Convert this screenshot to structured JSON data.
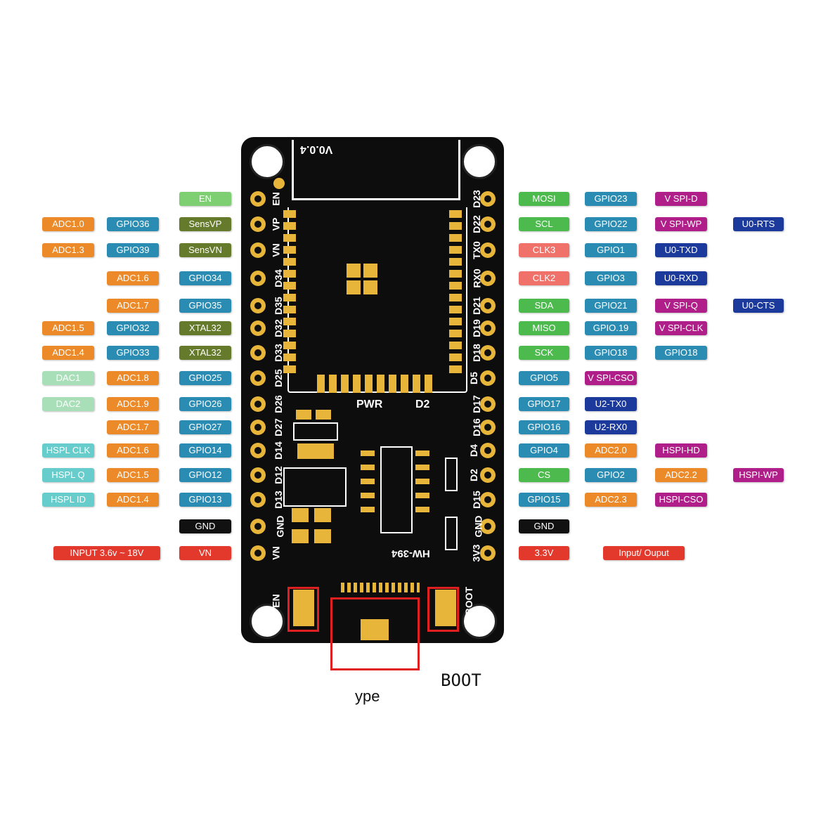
{
  "left_pins": [
    {
      "pcb": "EN",
      "labels": [
        {
          "text": "EN",
          "color": "lgreen",
          "col": 3
        }
      ]
    },
    {
      "pcb": "VP",
      "labels": [
        {
          "text": "ADC1.0",
          "color": "orange",
          "col": 1
        },
        {
          "text": "GPIO36",
          "color": "blue",
          "col": 2
        },
        {
          "text": "SensVP",
          "color": "olive",
          "col": 3
        }
      ]
    },
    {
      "pcb": "VN",
      "labels": [
        {
          "text": "ADC1.3",
          "color": "orange",
          "col": 1
        },
        {
          "text": "GPIO39",
          "color": "blue",
          "col": 2
        },
        {
          "text": "SensVN",
          "color": "olive",
          "col": 3
        }
      ]
    },
    {
      "pcb": "D34",
      "labels": [
        {
          "text": "ADC1.6",
          "color": "orange",
          "col": 2
        },
        {
          "text": "GPIO34",
          "color": "blue",
          "col": 3
        }
      ]
    },
    {
      "pcb": "D35",
      "labels": [
        {
          "text": "ADC1.7",
          "color": "orange",
          "col": 2
        },
        {
          "text": "GPIO35",
          "color": "blue",
          "col": 3
        }
      ]
    },
    {
      "pcb": "D32",
      "labels": [
        {
          "text": "ADC1.5",
          "color": "orange",
          "col": 1
        },
        {
          "text": "GPIO32",
          "color": "blue",
          "col": 2
        },
        {
          "text": "XTAL32",
          "color": "olive",
          "col": 3
        }
      ]
    },
    {
      "pcb": "D33",
      "labels": [
        {
          "text": "ADC1.4",
          "color": "orange",
          "col": 1
        },
        {
          "text": "GPIO33",
          "color": "blue",
          "col": 2
        },
        {
          "text": "XTAL32",
          "color": "olive",
          "col": 3
        }
      ]
    },
    {
      "pcb": "D25",
      "labels": [
        {
          "text": "DAC1",
          "color": "paleg",
          "col": 1
        },
        {
          "text": "ADC1.8",
          "color": "orange",
          "col": 2
        },
        {
          "text": "GPIO25",
          "color": "blue",
          "col": 3
        }
      ]
    },
    {
      "pcb": "D26",
      "labels": [
        {
          "text": "DAC2",
          "color": "paleg",
          "col": 1
        },
        {
          "text": "ADC1.9",
          "color": "orange",
          "col": 2
        },
        {
          "text": "GPIO26",
          "color": "blue",
          "col": 3
        }
      ]
    },
    {
      "pcb": "D27",
      "labels": [
        {
          "text": "ADC1.7",
          "color": "orange",
          "col": 2
        },
        {
          "text": "GPIO27",
          "color": "blue",
          "col": 3
        }
      ]
    },
    {
      "pcb": "D14",
      "labels": [
        {
          "text": "HSPL CLK",
          "color": "teal",
          "col": 1
        },
        {
          "text": "ADC1.6",
          "color": "orange",
          "col": 2
        },
        {
          "text": "GPIO14",
          "color": "blue",
          "col": 3
        }
      ]
    },
    {
      "pcb": "D12",
      "labels": [
        {
          "text": "HSPL Q",
          "color": "teal",
          "col": 1
        },
        {
          "text": "ADC1.5",
          "color": "orange",
          "col": 2
        },
        {
          "text": "GPIO12",
          "color": "blue",
          "col": 3
        }
      ]
    },
    {
      "pcb": "D13",
      "labels": [
        {
          "text": "HSPL ID",
          "color": "teal",
          "col": 1
        },
        {
          "text": "ADC1.4",
          "color": "orange",
          "col": 2
        },
        {
          "text": "GPIO13",
          "color": "blue",
          "col": 3
        }
      ]
    },
    {
      "pcb": "GND",
      "labels": [
        {
          "text": "GND",
          "color": "black",
          "col": 3
        }
      ]
    },
    {
      "pcb": "VN",
      "labels": [
        {
          "text": "INPUT  3.6v ~ 18V",
          "color": "red",
          "col": 0
        },
        {
          "text": "VN",
          "color": "red",
          "col": 3
        }
      ]
    }
  ],
  "right_pins": [
    {
      "pcb": "D23",
      "labels": [
        {
          "text": "MOSI",
          "color": "green",
          "col": 1
        },
        {
          "text": "GPIO23",
          "color": "blue",
          "col": 2
        },
        {
          "text": "V SPI-D",
          "color": "magenta",
          "col": 3
        }
      ]
    },
    {
      "pcb": "D22",
      "labels": [
        {
          "text": "SCL",
          "color": "green",
          "col": 1
        },
        {
          "text": "GPIO22",
          "color": "blue",
          "col": 2
        },
        {
          "text": "V SPI-WP",
          "color": "magenta",
          "col": 3
        },
        {
          "text": "U0-RTS",
          "color": "navy",
          "col": 4
        }
      ]
    },
    {
      "pcb": "TX0",
      "labels": [
        {
          "text": "CLK3",
          "color": "salmon",
          "col": 1
        },
        {
          "text": "GPIO1",
          "color": "blue",
          "col": 2
        },
        {
          "text": "U0-TXD",
          "color": "navy",
          "col": 3
        }
      ]
    },
    {
      "pcb": "RX0",
      "labels": [
        {
          "text": "CLK2",
          "color": "salmon",
          "col": 1
        },
        {
          "text": "GPIO3",
          "color": "blue",
          "col": 2
        },
        {
          "text": "U0-RXD",
          "color": "navy",
          "col": 3
        }
      ]
    },
    {
      "pcb": "D21",
      "labels": [
        {
          "text": "SDA",
          "color": "green",
          "col": 1
        },
        {
          "text": "GPIO21",
          "color": "blue",
          "col": 2
        },
        {
          "text": "V SPI-Q",
          "color": "magenta",
          "col": 3
        },
        {
          "text": "U0-CTS",
          "color": "navy",
          "col": 4
        }
      ]
    },
    {
      "pcb": "D19",
      "labels": [
        {
          "text": "MISO",
          "color": "green",
          "col": 1
        },
        {
          "text": "GPIO.19",
          "color": "blue",
          "col": 2
        },
        {
          "text": "V SPI-CLK",
          "color": "magenta",
          "col": 3
        }
      ]
    },
    {
      "pcb": "D18",
      "labels": [
        {
          "text": "SCK",
          "color": "green",
          "col": 1
        },
        {
          "text": "GPIO18",
          "color": "blue",
          "col": 2
        },
        {
          "text": "GPIO18",
          "color": "blue",
          "col": 3
        }
      ]
    },
    {
      "pcb": "D5",
      "labels": [
        {
          "text": "GPIO5",
          "color": "blue",
          "col": 1
        },
        {
          "text": "V SPI-CSO",
          "color": "magenta",
          "col": 2
        }
      ]
    },
    {
      "pcb": "D17",
      "labels": [
        {
          "text": "GPIO17",
          "color": "blue",
          "col": 1
        },
        {
          "text": "U2-TX0",
          "color": "navy",
          "col": 2
        }
      ]
    },
    {
      "pcb": "D16",
      "labels": [
        {
          "text": "GPIO16",
          "color": "blue",
          "col": 1
        },
        {
          "text": "U2-RX0",
          "color": "navy",
          "col": 2
        }
      ]
    },
    {
      "pcb": "D4",
      "labels": [
        {
          "text": "GPIO4",
          "color": "blue",
          "col": 1
        },
        {
          "text": "ADC2.0",
          "color": "orange",
          "col": 2
        },
        {
          "text": "HSPI-HD",
          "color": "magenta",
          "col": 3
        }
      ]
    },
    {
      "pcb": "D2",
      "labels": [
        {
          "text": "CS",
          "color": "green",
          "col": 1
        },
        {
          "text": "GPIO2",
          "color": "blue",
          "col": 2
        },
        {
          "text": "ADC2.2",
          "color": "orange",
          "col": 3
        },
        {
          "text": "HSPI-WP",
          "color": "magenta",
          "col": 4
        }
      ]
    },
    {
      "pcb": "D15",
      "labels": [
        {
          "text": "GPIO15",
          "color": "blue",
          "col": 1
        },
        {
          "text": "ADC2.3",
          "color": "orange",
          "col": 2
        },
        {
          "text": "HSPI-CSO",
          "color": "magenta",
          "col": 3
        }
      ]
    },
    {
      "pcb": "GND",
      "labels": [
        {
          "text": "GND",
          "color": "black",
          "col": 1
        }
      ]
    },
    {
      "pcb": "3V3",
      "labels": [
        {
          "text": "3.3V",
          "color": "red",
          "col": 1
        },
        {
          "text": "Input/ Ouput",
          "color": "red",
          "col": 3
        }
      ]
    }
  ],
  "board": {
    "version": "V0.0.4",
    "pwr_label": "PWR",
    "d2_label": "D2",
    "model": "HW-394",
    "en_button": "EN",
    "boot_button": "BOOT"
  },
  "captions": {
    "usb": "ype",
    "boot": "BOOT"
  },
  "colors": {
    "orange": "#ec8a2a",
    "blue": "#2a8cb3",
    "lgreen": "#7dcf72",
    "olive": "#657a2a",
    "paleg": "#a9dfb8",
    "teal": "#66cccc",
    "black": "#111111",
    "red": "#e3392c",
    "green": "#4cba4c",
    "salmon": "#f0706a",
    "magenta": "#b01e8a",
    "navy": "#1c3a9b",
    "pcb": "#0d0d0d",
    "gold": "#e7b53a",
    "highlight": "#e02020"
  }
}
